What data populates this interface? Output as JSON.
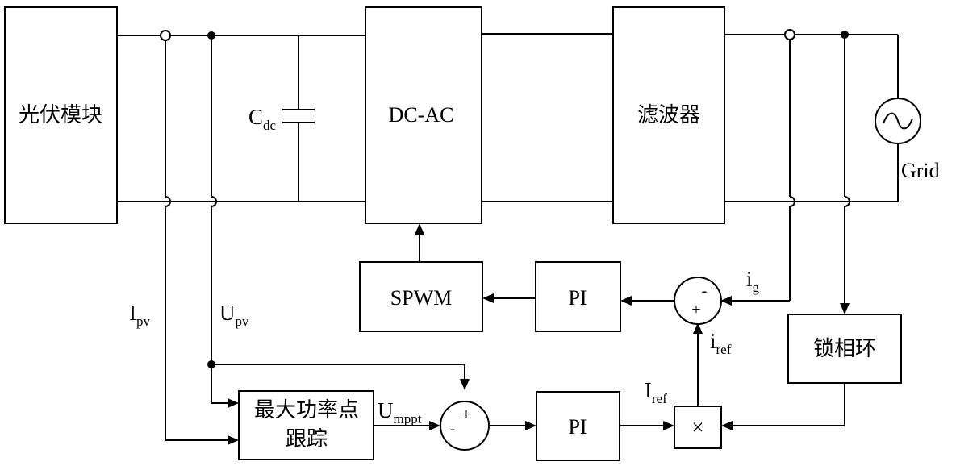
{
  "blocks": {
    "pv_module": "光伏模块",
    "dcac": "DC-AC",
    "filter": "滤波器",
    "spwm": "SPWM",
    "pi_current": "PI",
    "pi_voltage": "PI",
    "pll": "锁相环",
    "mppt_line1": "最大功率点",
    "mppt_line2": "跟踪"
  },
  "signals": {
    "cdc": {
      "main": "C",
      "sub": "dc"
    },
    "ipv": {
      "main": "I",
      "sub": "pv"
    },
    "upv": {
      "main": "U",
      "sub": "pv"
    },
    "umppt": {
      "main": "U",
      "sub": "mppt"
    },
    "ig": {
      "main": "i",
      "sub": "g"
    },
    "iref_lower": {
      "main": "i",
      "sub": "ref"
    },
    "iref_upper": {
      "main": "I",
      "sub": "ref"
    },
    "grid": "Grid"
  },
  "signs": {
    "current_sum_minus": "-",
    "current_sum_plus": "+",
    "voltage_sum_plus": "+",
    "voltage_sum_minus": "-",
    "multiplier": "×"
  },
  "colors": {
    "line": "#000000",
    "background": "#ffffff"
  }
}
